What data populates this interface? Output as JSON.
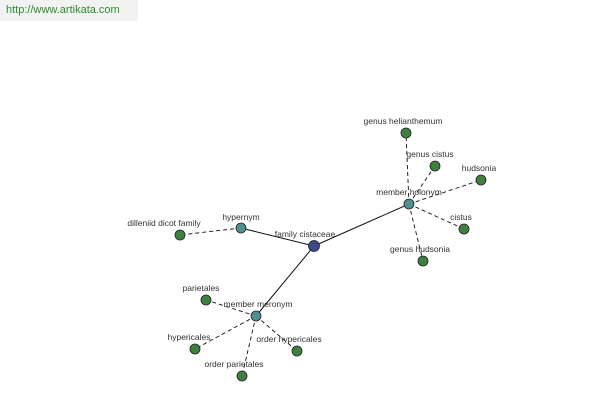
{
  "header": {
    "url": "http://www.artikata.com"
  },
  "colors": {
    "center_node": "#3c4a8c",
    "relation_node": "#4f8f8f",
    "leaf_node": "#3f7f3f",
    "node_stroke": "#222222",
    "edge": "#111111"
  },
  "graph": {
    "center": {
      "id": "family-cistaceae",
      "label": "family cistaceae"
    },
    "relations": [
      {
        "id": "hypernym",
        "label": "hypernym",
        "leaves": [
          {
            "id": "dilleniid-dicot-family",
            "label": "dilleniid dicot family"
          }
        ]
      },
      {
        "id": "member-holonym",
        "label": "member holonym",
        "leaves": [
          {
            "id": "genus-helianthemum",
            "label": "genus helianthemum"
          },
          {
            "id": "genus-cistus",
            "label": "genus cistus"
          },
          {
            "id": "hudsonia",
            "label": "hudsonia"
          },
          {
            "id": "cistus",
            "label": "cistus"
          },
          {
            "id": "genus-hudsonia",
            "label": "genus hudsonia"
          }
        ]
      },
      {
        "id": "member-meronym",
        "label": "member meronym",
        "leaves": [
          {
            "id": "parietales",
            "label": "parietales"
          },
          {
            "id": "hypericales",
            "label": "hypericales"
          },
          {
            "id": "order-parietales",
            "label": "order parietales"
          },
          {
            "id": "order-hypericales",
            "label": "order hypericales"
          }
        ]
      }
    ]
  }
}
